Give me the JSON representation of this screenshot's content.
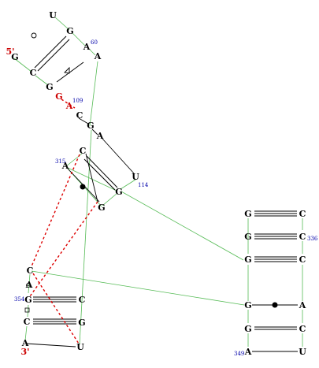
{
  "colors": {
    "base": "#000000",
    "highlight": "#cc0000",
    "number": "#0000aa",
    "backbone": "#55bb55",
    "tertiary": "#dd0000"
  },
  "nucleotides": [
    {
      "id": "u_top",
      "letter": "U"
    },
    {
      "id": "g_left",
      "letter": "G"
    },
    {
      "id": "g60_pair",
      "letter": "G"
    },
    {
      "id": "a60",
      "letter": "A"
    },
    {
      "id": "a_right",
      "letter": "A"
    },
    {
      "id": "c_left",
      "letter": "C"
    },
    {
      "id": "g_mid",
      "letter": "G"
    },
    {
      "id": "g_red",
      "letter": "G"
    },
    {
      "id": "a109",
      "letter": "A"
    },
    {
      "id": "c_chain",
      "letter": "C"
    },
    {
      "id": "g_chain",
      "letter": "G"
    },
    {
      "id": "a_top2",
      "letter": "A"
    },
    {
      "id": "c_left2",
      "letter": "C"
    },
    {
      "id": "a315",
      "letter": "A"
    },
    {
      "id": "u114",
      "letter": "U"
    },
    {
      "id": "g_center",
      "letter": "G"
    },
    {
      "id": "g_low",
      "letter": "G"
    },
    {
      "id": "g_r1",
      "letter": "G"
    },
    {
      "id": "c_r1",
      "letter": "C"
    },
    {
      "id": "g_r2",
      "letter": "G"
    },
    {
      "id": "c336",
      "letter": "C"
    },
    {
      "id": "g_r3",
      "letter": "G"
    },
    {
      "id": "c_r3",
      "letter": "C"
    },
    {
      "id": "c_ll_top",
      "letter": "C"
    },
    {
      "id": "a_ll",
      "letter": "A"
    },
    {
      "id": "g354",
      "letter": "G"
    },
    {
      "id": "c_ll_r1",
      "letter": "C"
    },
    {
      "id": "c_ll",
      "letter": "C"
    },
    {
      "id": "g_ll_r2",
      "letter": "G"
    },
    {
      "id": "a_ll_bottom",
      "letter": "A"
    },
    {
      "id": "u_ll_bottom",
      "letter": "U"
    },
    {
      "id": "g_r4",
      "letter": "G"
    },
    {
      "id": "a_r4",
      "letter": "A"
    },
    {
      "id": "g_r5",
      "letter": "G"
    },
    {
      "id": "c_r5",
      "letter": "C"
    },
    {
      "id": "a349",
      "letter": "A"
    },
    {
      "id": "u_r6",
      "letter": "U"
    }
  ],
  "labels": {
    "five_prime": "5'",
    "three_prime": "3'",
    "n60": "60",
    "n109": "109",
    "n315": "315",
    "n114": "114",
    "n336": "336",
    "n354": "354",
    "n349": "349"
  }
}
